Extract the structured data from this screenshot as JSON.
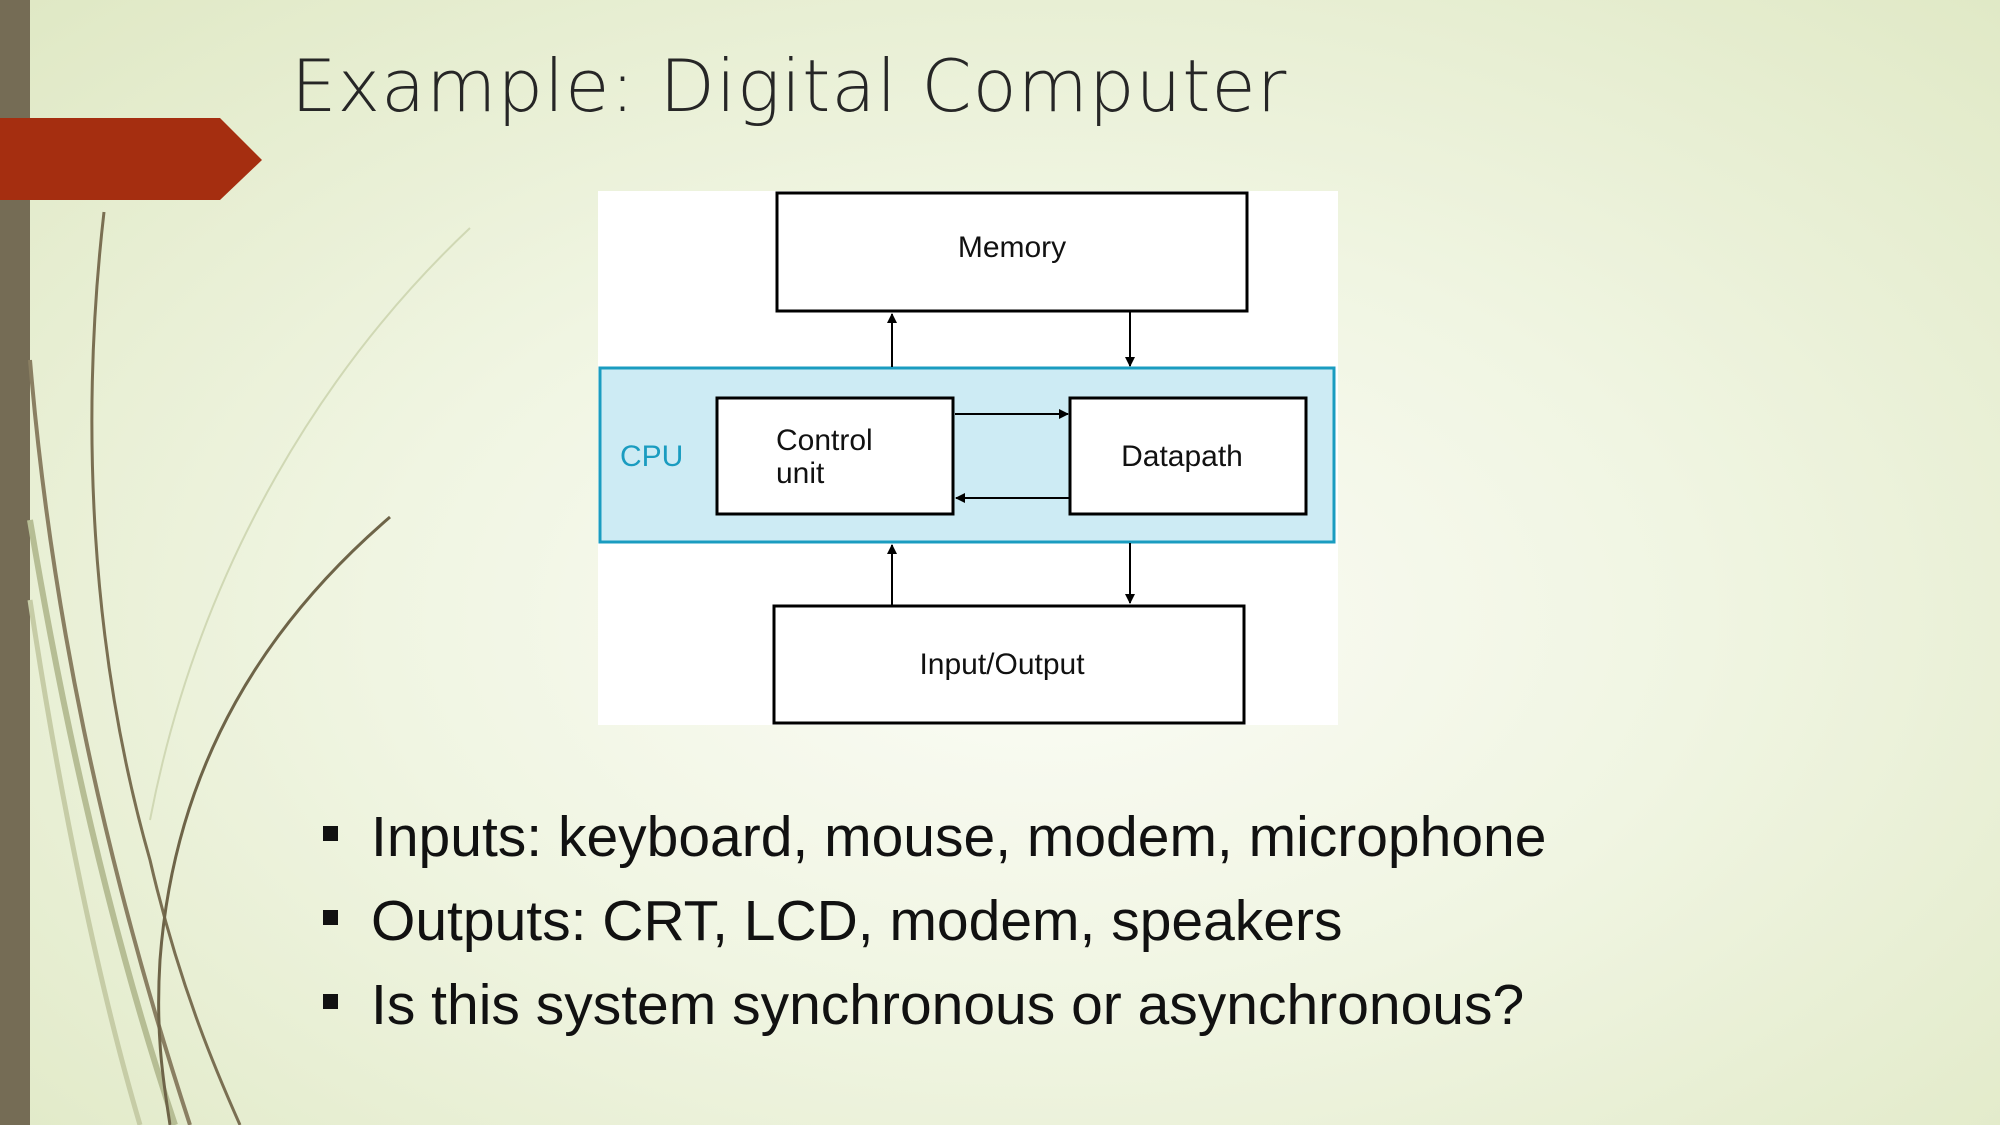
{
  "slide": {
    "title": "Example:  Digital Computer",
    "accent_color": "#a52e10",
    "bar_color": "#756c55"
  },
  "diagram": {
    "memory_label": "Memory",
    "cpu_label": "CPU",
    "control_unit_label_line1": "Control",
    "control_unit_label_line2": "unit",
    "datapath_label": "Datapath",
    "io_label": "Input/Output",
    "cpu_fill": "#cdebf4",
    "cpu_border": "#1a9cc0"
  },
  "bullets": [
    {
      "text": "Inputs:  keyboard, mouse, modem, microphone"
    },
    {
      "text": "Outputs:  CRT, LCD, modem, speakers"
    },
    {
      "text": "Is this system synchronous or asynchronous?"
    }
  ]
}
